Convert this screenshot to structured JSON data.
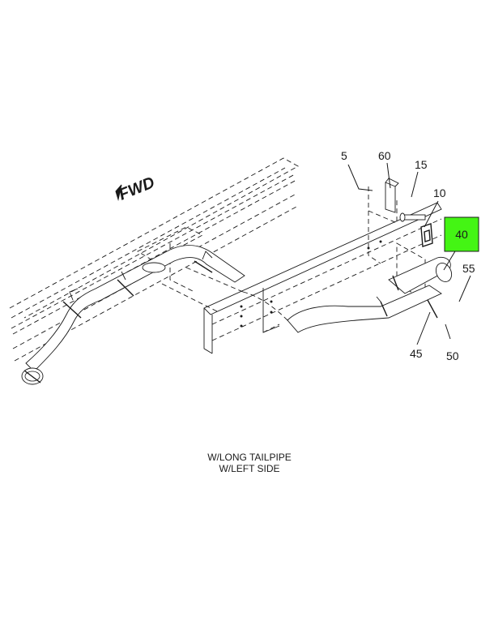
{
  "fwd_label": "FWD",
  "highlight_color": "#44f514",
  "callouts": {
    "c5": "5",
    "c60": "60",
    "c15": "15",
    "c10": "10",
    "c40": "40",
    "c55": "55",
    "c45": "45",
    "c50": "50"
  },
  "caption": {
    "line1": "W/LONG TAILPIPE",
    "line2": "W/LEFT SIDE"
  }
}
